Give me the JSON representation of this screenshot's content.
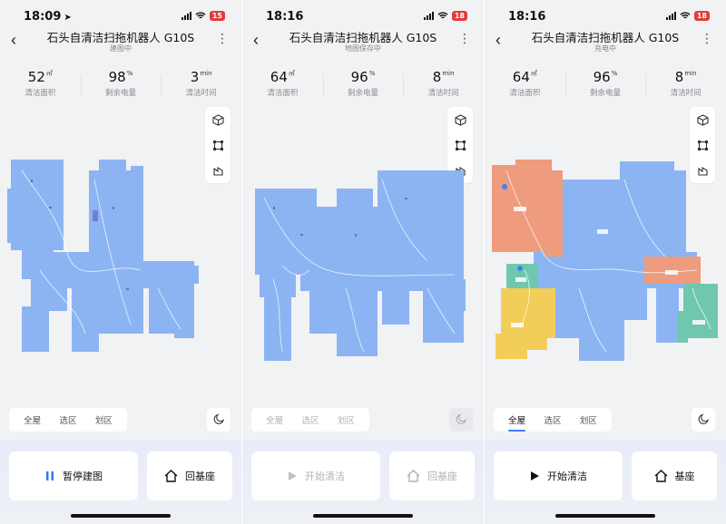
{
  "screens": [
    {
      "time": "18:09",
      "battery": "15",
      "title": "石头自清洁扫拖机器人 G10S",
      "status": "建图中",
      "stats": [
        {
          "value": "52",
          "unit": "㎡",
          "label": "清洁面积"
        },
        {
          "value": "98",
          "unit": "%",
          "label": "剩余电量"
        },
        {
          "value": "3",
          "unit": "min",
          "label": "清洁时间"
        }
      ],
      "modes": [
        "全屋",
        "选区",
        "划区"
      ],
      "primary_label": "暂停建图",
      "home_label": "回基座"
    },
    {
      "time": "18:16",
      "battery": "18",
      "title": "石头自清洁扫拖机器人 G10S",
      "status": "地图保存中",
      "stats": [
        {
          "value": "64",
          "unit": "㎡",
          "label": "清洁面积"
        },
        {
          "value": "96",
          "unit": "%",
          "label": "剩余电量"
        },
        {
          "value": "8",
          "unit": "min",
          "label": "清洁时间"
        }
      ],
      "modes": [
        "全屋",
        "选区",
        "划区"
      ],
      "primary_label": "开始清洁",
      "home_label": "回基座"
    },
    {
      "time": "18:16",
      "battery": "18",
      "title": "石头自清洁扫拖机器人 G10S",
      "status": "充电中",
      "stats": [
        {
          "value": "64",
          "unit": "㎡",
          "label": "清洁面积"
        },
        {
          "value": "96",
          "unit": "%",
          "label": "剩余电量"
        },
        {
          "value": "8",
          "unit": "min",
          "label": "清洁时间"
        }
      ],
      "modes": [
        "全屋",
        "选区",
        "划区"
      ],
      "primary_label": "开始清洁",
      "home_label": "基座"
    }
  ],
  "icons": [
    "back-chevron-icon",
    "more-dots-icon",
    "cube-3d-icon",
    "area-select-icon",
    "wall-edit-icon",
    "moon-icon",
    "pause-icon",
    "play-icon",
    "home-icon",
    "signal-icon",
    "wifi-icon",
    "battery-icon"
  ],
  "colors": {
    "map_floor": "#8db4f2",
    "room_orange": "#ee9b7e",
    "room_teal": "#6fc8ad",
    "room_yellow": "#f3cd5a",
    "accent_blue": "#3b82f6",
    "pause_blue": "#2f7cf6",
    "battery_red": "#e23b3b"
  }
}
